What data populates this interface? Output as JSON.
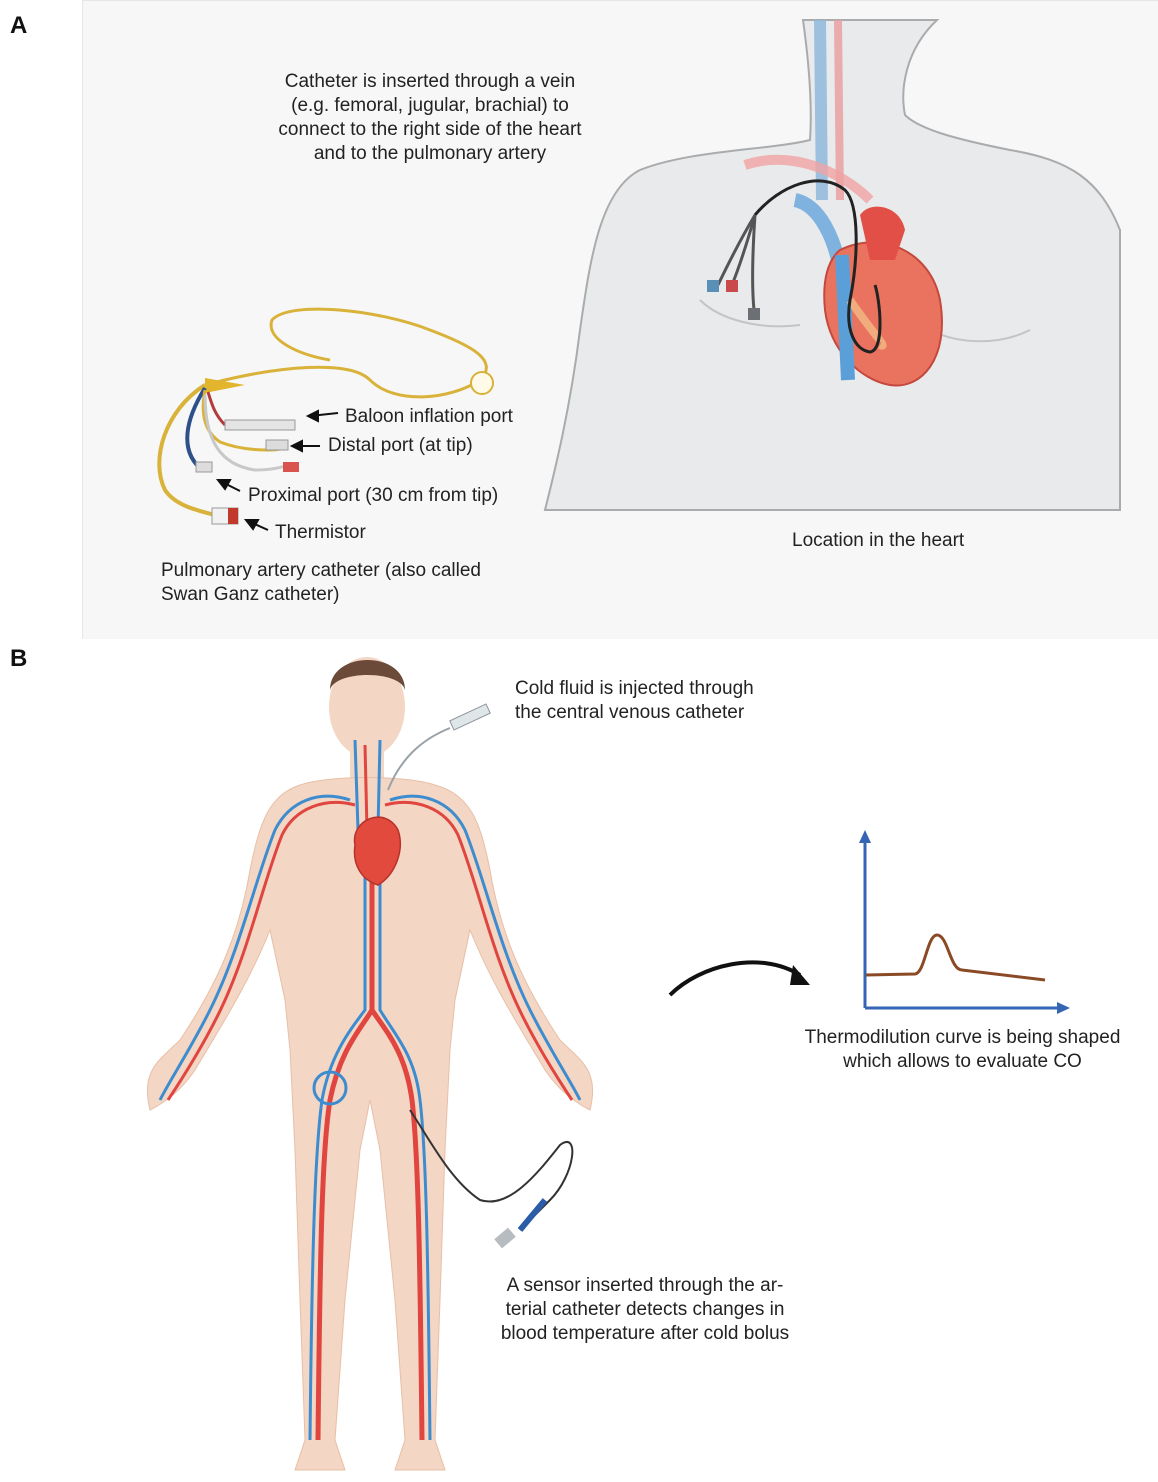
{
  "panel_a": {
    "letter": "A",
    "insertion_text": [
      "Catheter is inserted through a vein",
      "(e.g. femoral, jugular, brachial) to",
      "connect to the right side of the heart",
      "and to the pulmonary artery"
    ],
    "ports": {
      "balloon": "Baloon inflation port",
      "distal": "Distal port (at tip)",
      "proximal": "Proximal port (30 cm from tip)",
      "thermistor": "Thermistor"
    },
    "catheter_caption": [
      "Pulmonary artery catheter (also called",
      "Swan Ganz catheter)"
    ],
    "heart_caption": "Location in the heart"
  },
  "panel_b": {
    "letter": "B",
    "injection_text": [
      "Cold fluid is injected through",
      "the central venous catheter"
    ],
    "curve_text": [
      "Thermodilution curve is being shaped",
      "which allows to evaluate CO"
    ],
    "sensor_text": [
      "A sensor inserted through the ar-",
      "terial catheter detects changes in",
      "blood temperature after cold bolus"
    ]
  },
  "colors": {
    "artery_red": "#e0453f",
    "vein_blue": "#3d8ccf",
    "skin": "#f3d6c4",
    "hair": "#6b4a3a",
    "curve_brown": "#8a4a26",
    "axis_blue": "#3565b5",
    "catheter_yellow": "#d9b23a"
  }
}
